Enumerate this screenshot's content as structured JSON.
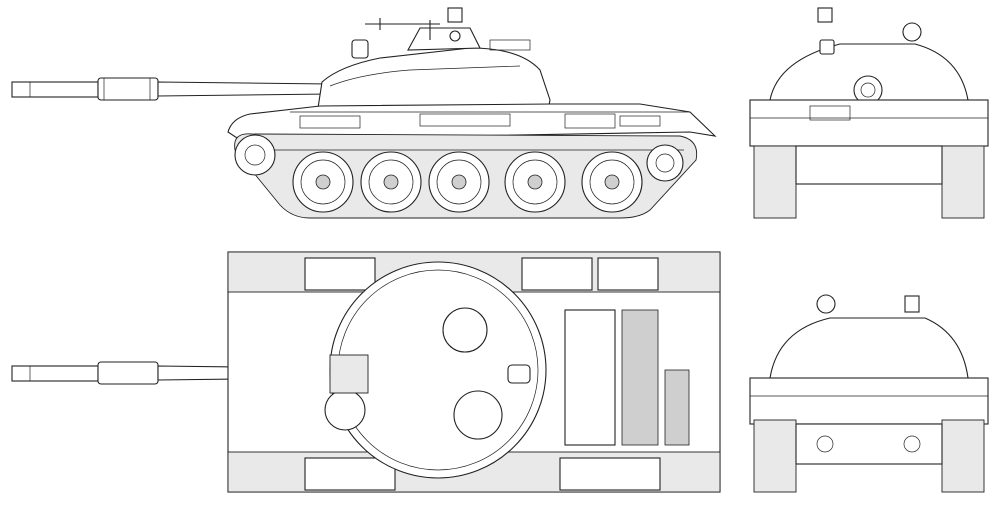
{
  "drawing": {
    "views": [
      "side-view",
      "front-view",
      "top-view",
      "rear-view"
    ],
    "line_color": "#222222",
    "background": "#ffffff",
    "road_wheels_per_side": 5
  }
}
